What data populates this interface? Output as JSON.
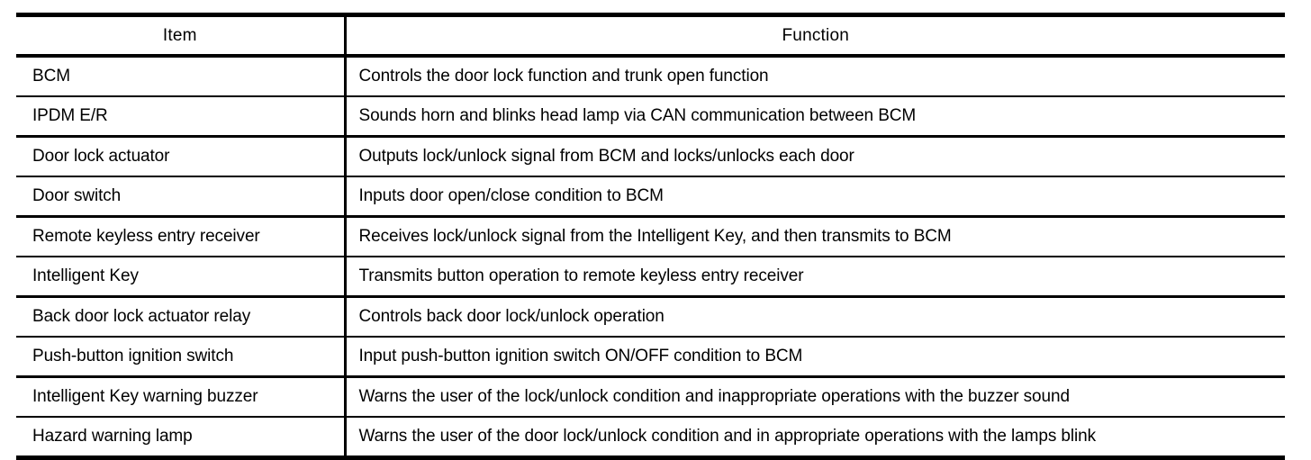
{
  "table": {
    "columns": [
      {
        "key": "item",
        "header": "Item"
      },
      {
        "key": "function",
        "header": "Function"
      }
    ],
    "rows": [
      {
        "item": "BCM",
        "function": "Controls the door lock function and trunk open function"
      },
      {
        "item": "IPDM E/R",
        "function": "Sounds horn and blinks head lamp via CAN communication between BCM"
      },
      {
        "item": "Door lock actuator",
        "function": "Outputs lock/unlock signal from BCM and locks/unlocks each door"
      },
      {
        "item": "Door switch",
        "function": "Inputs door open/close condition to BCM"
      },
      {
        "item": "Remote keyless entry receiver",
        "function": "Receives lock/unlock signal from the Intelligent Key, and then transmits to BCM"
      },
      {
        "item": "Intelligent Key",
        "function": "Transmits button operation to remote keyless entry receiver"
      },
      {
        "item": "Back door lock actuator relay",
        "function": "Controls back door lock/unlock operation"
      },
      {
        "item": "Push-button ignition switch",
        "function": "Input push-button ignition switch ON/OFF condition to BCM"
      },
      {
        "item": "Intelligent Key warning buzzer",
        "function": "Warns the user of the lock/unlock condition and inappropriate operations with the buzzer sound"
      },
      {
        "item": "Hazard warning lamp",
        "function": "Warns the user of the door lock/unlock condition and in appropriate operations with the lamps blink"
      }
    ]
  },
  "colors": {
    "rule": "#000000",
    "text": "#000000",
    "background": "#ffffff"
  }
}
